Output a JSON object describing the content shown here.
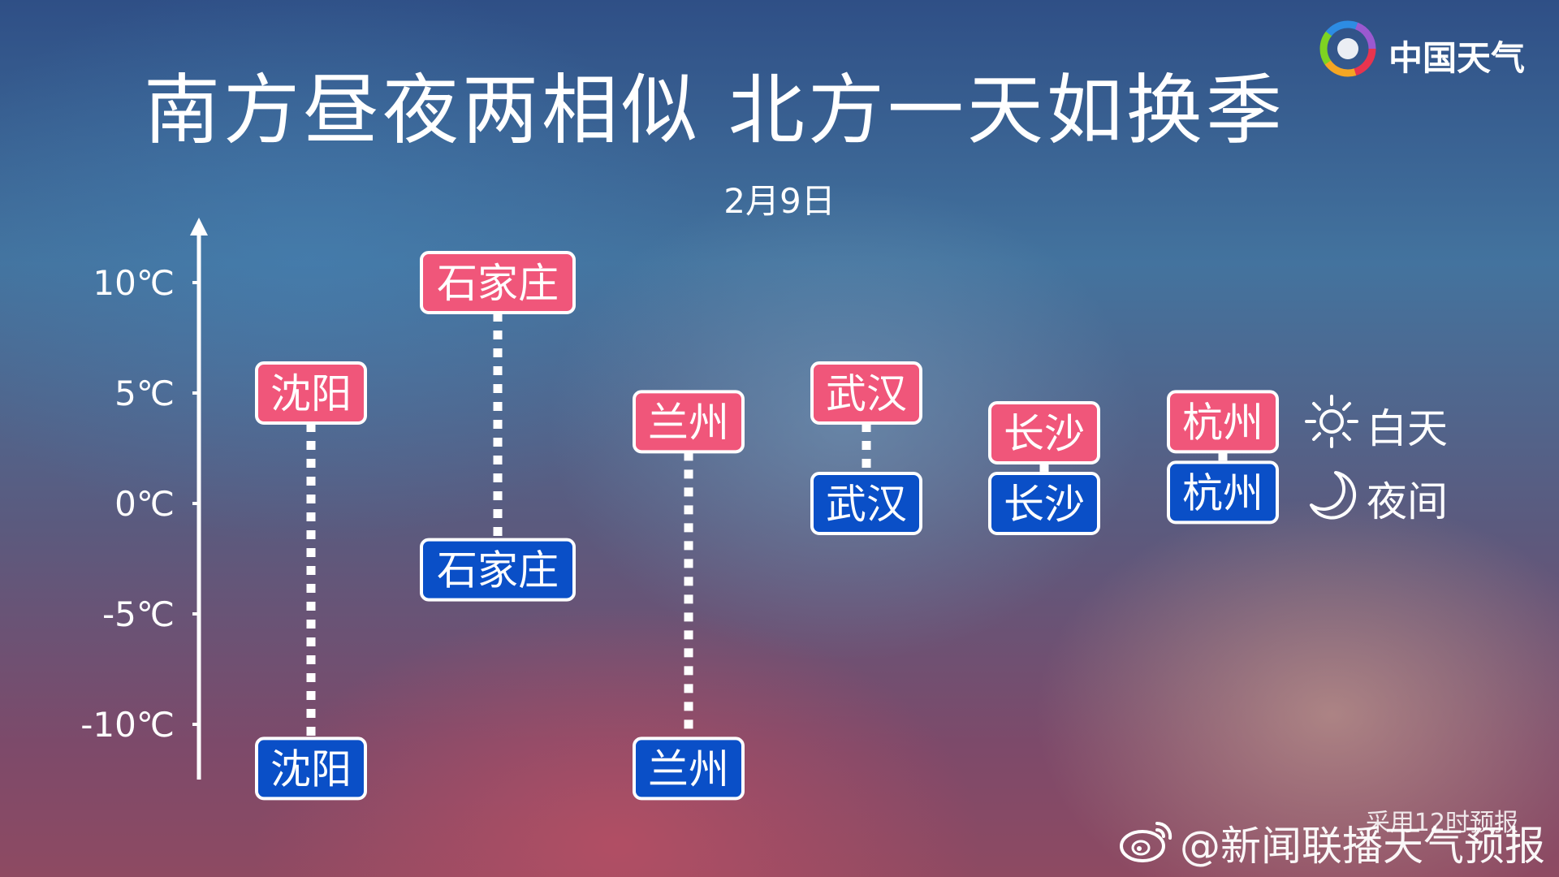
{
  "header": {
    "title": "南方昼夜两相似  北方一天如换季",
    "subtitle": "2月9日",
    "logo_text": "中国天气"
  },
  "legend": {
    "day_label": "白天",
    "night_label": "夜间",
    "day_icon": "sun-icon",
    "night_icon": "moon-icon"
  },
  "footer": {
    "note": "采用12时预报",
    "watermark": "@新闻联播天气预报",
    "watermark_icon": "weibo-icon"
  },
  "colors": {
    "day": "#f0567a",
    "night": "#0a4fc7",
    "border": "#ffffff"
  },
  "chart_data": {
    "type": "range",
    "title": "南方昼夜两相似  北方一天如换季",
    "subtitle": "2月9日",
    "ylabel": "",
    "ylim": [
      -12.5,
      13
    ],
    "yticks": [
      10,
      5,
      0,
      -5,
      -10
    ],
    "ytick_labels": [
      "10℃",
      "5℃",
      "0℃",
      "-5℃",
      "-10℃"
    ],
    "categories": [
      "沈阳",
      "石家庄",
      "兰州",
      "武汉",
      "长沙",
      "杭州"
    ],
    "series": [
      {
        "name": "白天",
        "values": [
          5,
          10,
          3.7,
          5,
          3.2,
          3.7
        ]
      },
      {
        "name": "夜间",
        "values": [
          -12,
          -3,
          -12,
          0,
          0,
          0.5
        ]
      }
    ]
  }
}
